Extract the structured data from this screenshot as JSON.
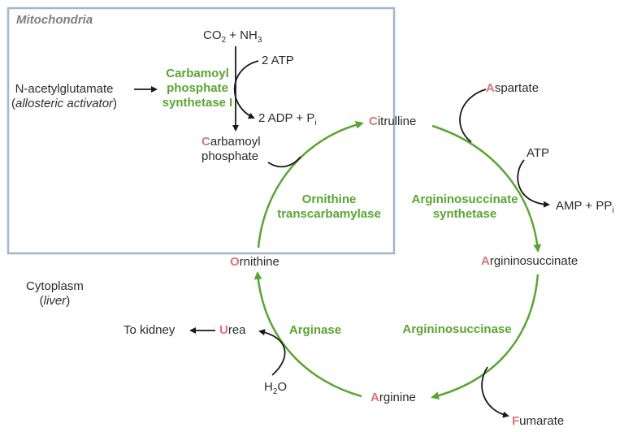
{
  "compartments": {
    "mitochondria": "Mitochondria",
    "cytoplasm": "Cytoplasm",
    "cytoplasm_note": "liver"
  },
  "substrates": {
    "co2": "CO",
    "co2_sub": "2",
    "plus_nh": " + NH",
    "nh3_sub": "3",
    "atp_in": "2 ATP",
    "adp_out": "2 ADP + P",
    "adp_sub": "i",
    "nag": "N-acetylglutamate",
    "nag_note": "allosteric activator",
    "carbamoyl_cap": "C",
    "carbamoyl_rest": "arbamoyl",
    "carbamoyl_line2": "phosphate"
  },
  "cycle": {
    "citrulline_cap": "C",
    "citrulline_rest": "itrulline",
    "argininosuccinate_cap": "A",
    "argininosuccinate_rest": "rgininosuccinate",
    "arginine_cap": "A",
    "arginine_rest": "rginine",
    "ornithine_cap": "O",
    "ornithine_rest": "rnithine"
  },
  "side": {
    "aspartate_cap": "A",
    "aspartate_rest": "spartate",
    "atp": "ATP",
    "amp": "AMP + PP",
    "amp_sub": "i",
    "fumarate_cap": "F",
    "fumarate_rest": "umarate",
    "urea_cap": "U",
    "urea_rest": "rea",
    "to_kidney": "To kidney",
    "water_h": "H",
    "water_sub": "2",
    "water_o": "O"
  },
  "enzymes": {
    "cps1_l1": "Carbamoyl",
    "cps1_l2": "phosphate",
    "cps1_l3": "synthetase I",
    "otc_l1": "Ornithine",
    "otc_l2": "transcarbamylase",
    "ass_l1": "Argininosuccinate",
    "ass_l2": "synthetase",
    "asl": "Argininosuccinase",
    "arginase": "Arginase"
  },
  "colors": {
    "enzyme_green": "#5aa532",
    "initial_red": "#d9757a",
    "box_border": "#a3b5d1",
    "arrow_black": "#1a1a1a"
  }
}
